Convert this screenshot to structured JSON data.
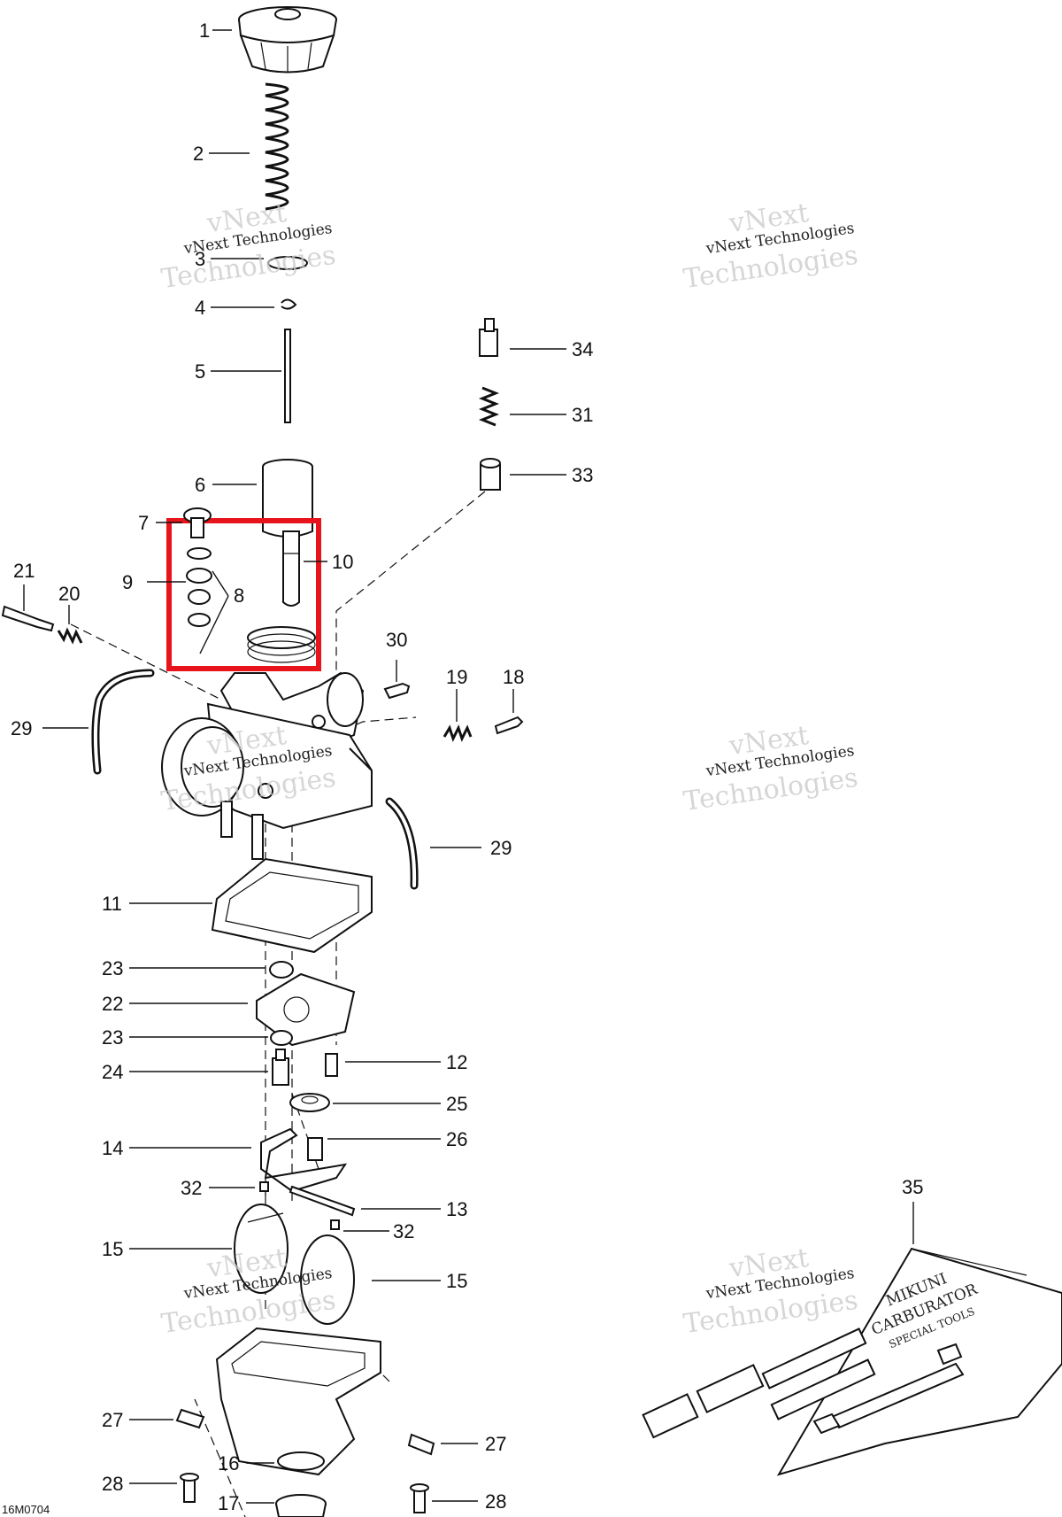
{
  "diagram": {
    "drawing_code": "16M0704",
    "callouts": {
      "c1": "1",
      "c2": "2",
      "c3": "3",
      "c4": "4",
      "c5": "5",
      "c6": "6",
      "c7": "7",
      "c8": "8",
      "c9": "9",
      "c10": "10",
      "c11": "11",
      "c12": "12",
      "c13": "13",
      "c14": "14",
      "c15a": "15",
      "c15b": "15",
      "c16": "16",
      "c17": "17",
      "c18": "18",
      "c19": "19",
      "c20": "20",
      "c21": "21",
      "c22": "22",
      "c23a": "23",
      "c23b": "23",
      "c24": "24",
      "c25": "25",
      "c26": "26",
      "c27a": "27",
      "c27b": "27",
      "c28a": "28",
      "c28b": "28",
      "c29a": "29",
      "c29b": "29",
      "c30": "30",
      "c31": "31",
      "c32a": "32",
      "c32b": "32",
      "c33": "33",
      "c34": "34",
      "c35": "35"
    },
    "watermark": {
      "line1": "vNext Technologies",
      "line2": "vNext",
      "line3": "Technologies"
    },
    "toolkit_label": {
      "line1": "MIKUNI",
      "line2": "CARBURATOR",
      "line3": "SPECIAL TOOLS"
    },
    "highlight_color": "#e8141b"
  }
}
